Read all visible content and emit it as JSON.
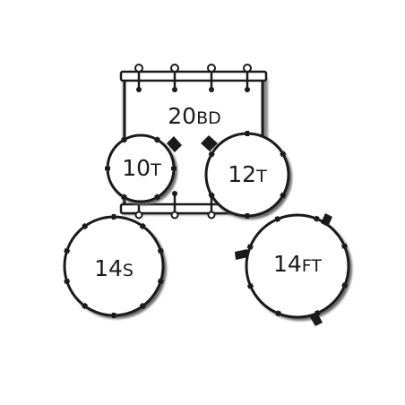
{
  "diagram": {
    "title": "",
    "bass_drum": {
      "size": "20",
      "suffix": "BD"
    },
    "tom_1": {
      "size": "10",
      "suffix": "T"
    },
    "tom_2": {
      "size": "12",
      "suffix": "T"
    },
    "snare": {
      "size": "14",
      "suffix": "S"
    },
    "floor_tom": {
      "size": "14",
      "suffix": "FT"
    }
  },
  "colors": {
    "outline": "#1a1a1a",
    "shadow": "#6a6a6a",
    "fill": "#ffffff",
    "background": "#ffffff"
  },
  "icons": [
    "lug-icon",
    "tension-rod-icon",
    "tom-mount-icon",
    "floor-tom-leg-icon"
  ]
}
